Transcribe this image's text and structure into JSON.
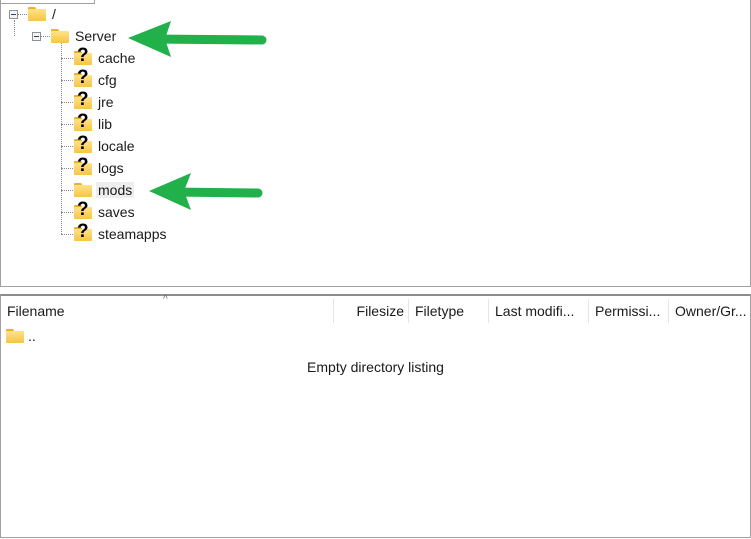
{
  "tree": {
    "root": {
      "label": "/"
    },
    "server": {
      "label": "Server"
    },
    "children": [
      {
        "label": "cache",
        "unknown": true
      },
      {
        "label": "cfg",
        "unknown": true
      },
      {
        "label": "jre",
        "unknown": true
      },
      {
        "label": "lib",
        "unknown": true
      },
      {
        "label": "locale",
        "unknown": true
      },
      {
        "label": "logs",
        "unknown": true
      },
      {
        "label": "mods",
        "unknown": false,
        "selected": true
      },
      {
        "label": "saves",
        "unknown": true
      },
      {
        "label": "steamapps",
        "unknown": true
      }
    ]
  },
  "annotation": {
    "arrow_color": "#22b04b"
  },
  "list": {
    "columns": [
      "Filename",
      "Filesize",
      "Filetype",
      "Last modifi...",
      "Permissi...",
      "Owner/Gr..."
    ],
    "rows": [
      {
        "name": ".."
      }
    ],
    "empty_text": "Empty directory listing"
  }
}
